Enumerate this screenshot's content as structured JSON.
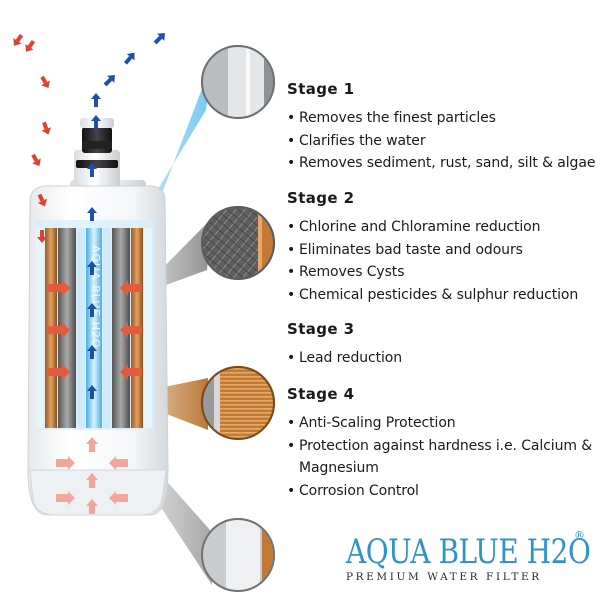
{
  "stages": [
    {
      "title": "Stage 1",
      "items": [
        "Removes the finest particles",
        "Clarifies the water",
        "Removes sediment, rust, sand, silt & algae"
      ]
    },
    {
      "title": "Stage 2",
      "items": [
        "Chlorine and Chloramine reduction",
        "Eliminates bad taste and odours",
        "Removes Cysts",
        "Chemical pesticides & sulphur reduction"
      ]
    },
    {
      "title": "Stage 3",
      "items": [
        "Lead reduction"
      ]
    },
    {
      "title": "Stage 4",
      "items": [
        "Anti-Scaling Protection",
        "Protection against hardness i.e. Calcium &",
        "Magnesium",
        "Corrosion Control"
      ]
    }
  ],
  "brand": {
    "name": "AQUA BLUE H2O",
    "registered": "®",
    "tagline": "PREMIUM WATER FILTER"
  },
  "cartridge_label": "AQUA BLUE H2O",
  "colors": {
    "brand_blue": "#2f93c9",
    "inflow_red": "#e0402f",
    "outflow_blue": "#1f4fa8",
    "copper": "#c7782e",
    "carbon_grey": "#6e6e6e",
    "glow_blue": "#9bd8f3"
  }
}
